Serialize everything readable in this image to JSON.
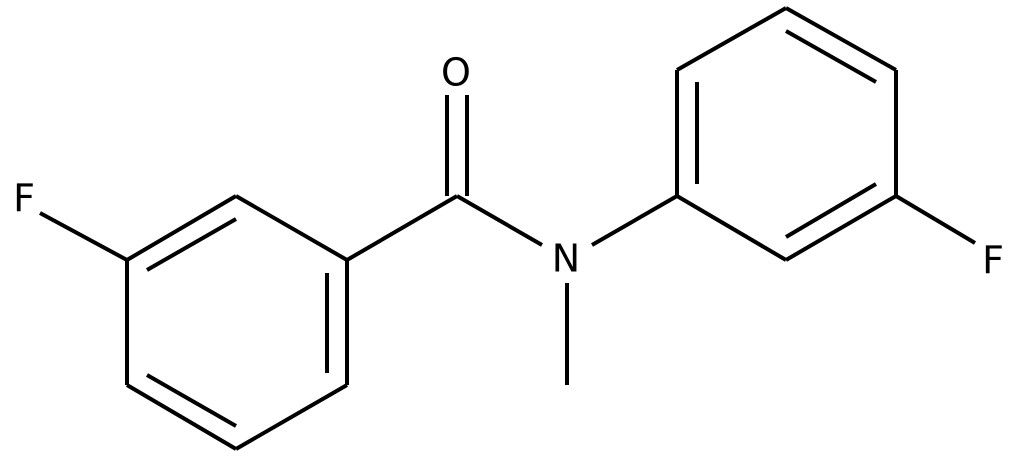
{
  "molecule": {
    "atom_labels": {
      "fluorine_left": "F",
      "oxygen": "O",
      "nitrogen": "N",
      "fluorine_right": "F"
    }
  },
  "colors": {
    "bond": "#000000",
    "background": "#ffffff"
  }
}
